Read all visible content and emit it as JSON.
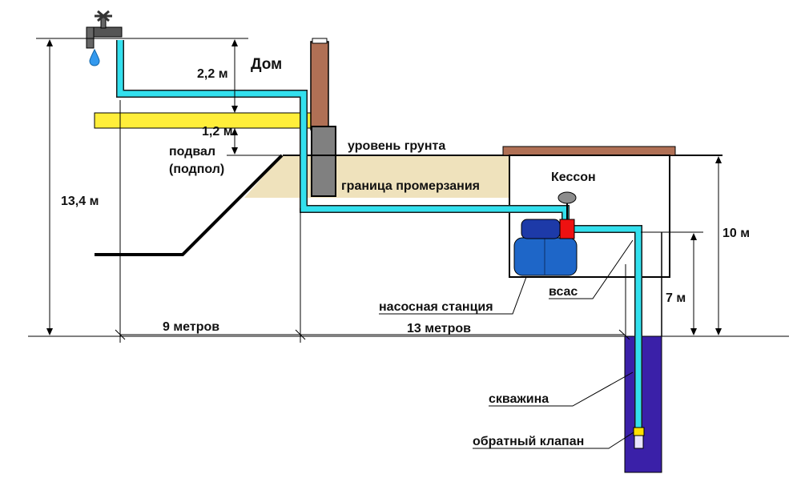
{
  "labels": {
    "house": "Дом",
    "ground_level": "уровень грунта",
    "freeze_line": "граница промерзания",
    "caisson": "Кессон",
    "basement_1": "подвал",
    "basement_2": "(подпол)",
    "suction": "всас",
    "pump_station": "насосная станция",
    "well": "скважина",
    "check_valve": "обратный клапан"
  },
  "dimensions": {
    "tap_height": "2,2 м",
    "floor_height": "1,2 м",
    "total_height": "13,4 м",
    "house_distance": "9 метров",
    "caisson_distance": "13 метров",
    "caisson_depth": "10 м",
    "pipe_depth": "7 м"
  },
  "colors": {
    "pipe": "#33e0ee",
    "pipe_outline": "#1a1a1a",
    "floor": "#ffee3a",
    "frozen_soil": "#efe2bc",
    "chimney": "#b07055",
    "wall": "#808080",
    "caisson_lid": "#b07055",
    "well": "#3a20a8",
    "pump": "#1e66c8",
    "pump_top": "#1d3aa8",
    "pump_relay": "#ee1111",
    "gauge": "#8c8c8c",
    "valve": "#ffdf00",
    "water_drop": "#3399ee"
  },
  "icons": {
    "tap": "water-tap-icon",
    "drop": "water-drop-icon"
  }
}
